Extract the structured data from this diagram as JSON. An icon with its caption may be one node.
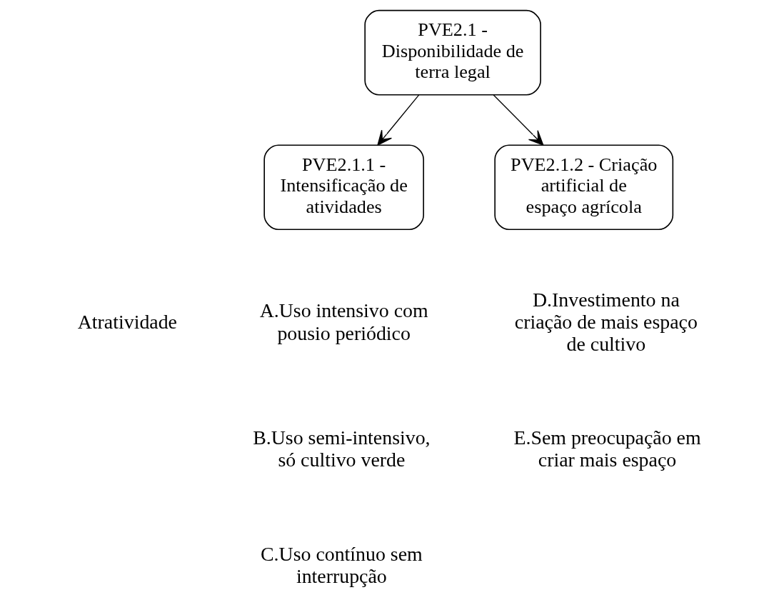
{
  "diagram": {
    "nodes": [
      {
        "text": [
          "PVE2.1 - Disponibilidade de terra legal"
        ]
      },
      {
        "text": [
          "PVE2.1.1 - Intensificação de atividades"
        ]
      },
      {
        "text": [
          "PVE2.1.2 - Criação artificial de espaço agrícola"
        ]
      }
    ],
    "edges": [
      {
        "from": 0,
        "to": 1,
        "arrow": "to"
      },
      {
        "from": 0,
        "to": 2,
        "arrow": "to"
      }
    ],
    "labels": [
      "Atratividade",
      "A.Uso intensivo com pousio periódico",
      "B.Uso semi-intensivo, só cultivo verde",
      "C.Uso contínuo sem interrupção",
      "D.Investimento na criação de mais espaço de cultivo",
      "E.Sem preocupação em criar mais espaço"
    ]
  }
}
